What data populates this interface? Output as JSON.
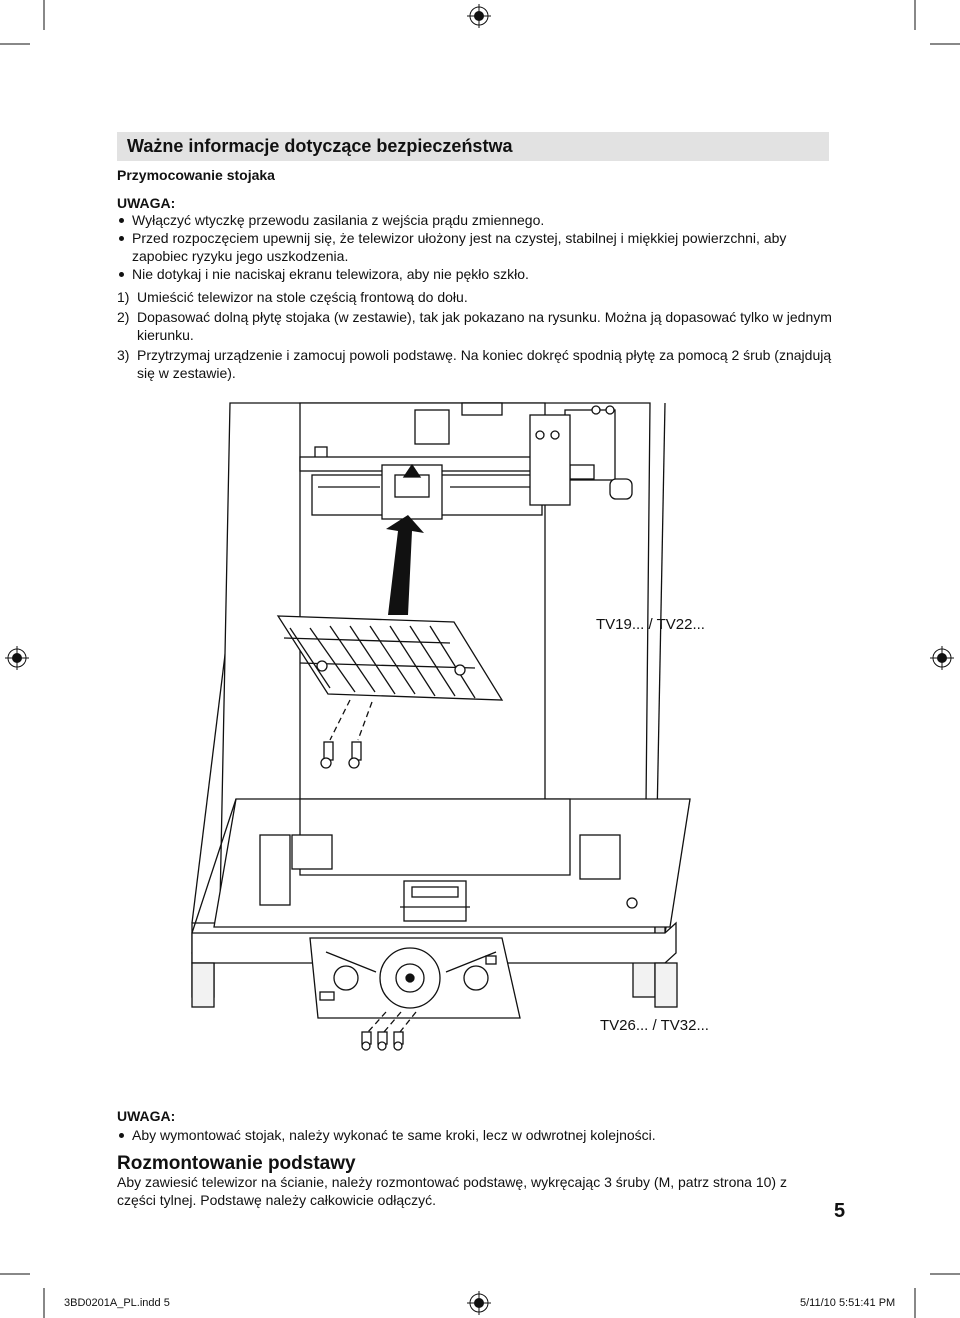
{
  "header": {
    "title": "Ważne informacje dotyczące bezpieczeństwa"
  },
  "section1": {
    "title": "Przymocowanie stojaka",
    "note_label": "UWAGA:",
    "bullets": [
      "Wyłączyć wtyczkę przewodu zasilania z wejścia prądu zmiennego.",
      "Przed rozpoczęciem upewnij się, że telewizor ułożony jest na czystej, stabilnej i miękkiej powierzchni, aby zapobiec ryzyku jego uszkodzenia.",
      "Nie dotykaj i nie naciskaj ekranu telewizora, aby nie pękło szkło."
    ],
    "steps": [
      {
        "num": "1)",
        "text": "Umieścić telewizor na stole częścią frontową do dołu."
      },
      {
        "num": "2)",
        "text": "Dopasować dolną płytę stojaka (w zestawie), tak jak pokazano na rysunku. Można ją dopasować tylko w jednym kierunku."
      },
      {
        "num": "3)",
        "text": "Przytrzymaj urządzenie i zamocuj powoli podstawę. Na koniec dokręć spodnią płytę za pomocą 2 śrub (znajdują się w zestawie)."
      }
    ]
  },
  "figures": {
    "model_small": "TV19... / TV22...",
    "model_large": "TV26... / TV32..."
  },
  "note2": {
    "label": "UWAGA:",
    "bullets": [
      "Aby wymontować stojak, należy wykonać te same kroki, lecz w odwrotnej kolejności."
    ]
  },
  "section2": {
    "title": "Rozmontowanie podstawy",
    "text": "Aby zawiesić telewizor na ścianie, należy rozmontować podstawę, wykręcając 3 śruby (M, patrz strona 10) z części tylnej. Podstawę należy całkowicie odłączyć."
  },
  "page_number": "5",
  "footer": {
    "file": "3BD0201A_PL.indd   5",
    "date": "5/11/10   5:51:41 PM"
  }
}
